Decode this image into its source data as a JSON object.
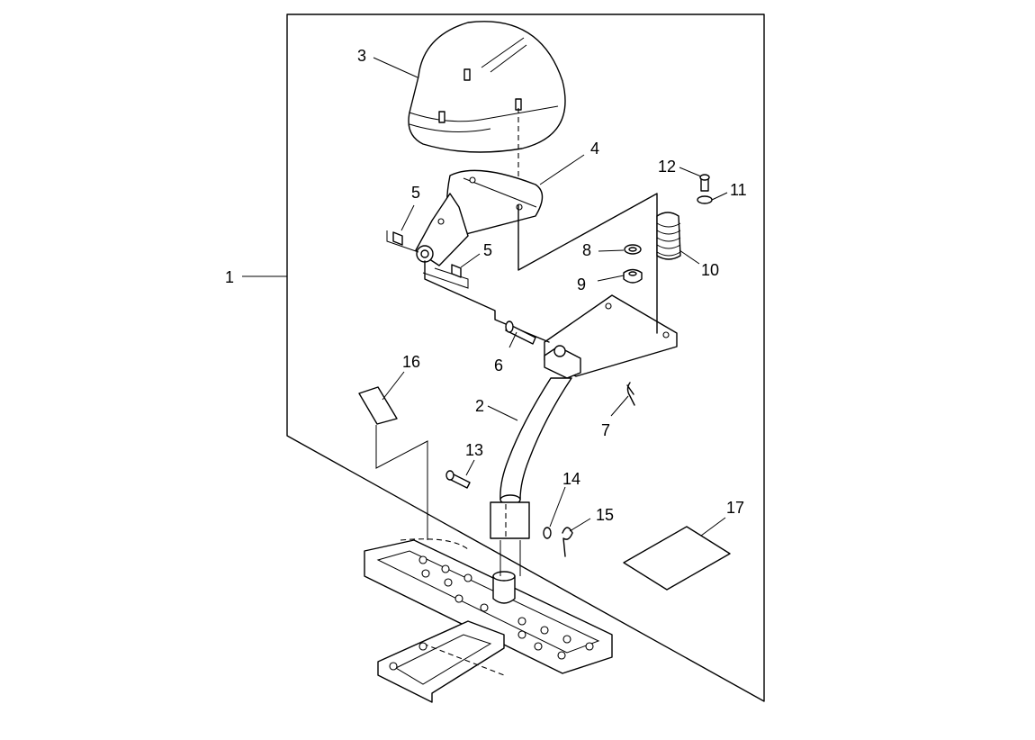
{
  "callouts": [
    "1",
    "2",
    "3",
    "4",
    "5",
    "5",
    "6",
    "7",
    "8",
    "9",
    "10",
    "11",
    "12",
    "13",
    "14",
    "15",
    "16",
    "17"
  ]
}
